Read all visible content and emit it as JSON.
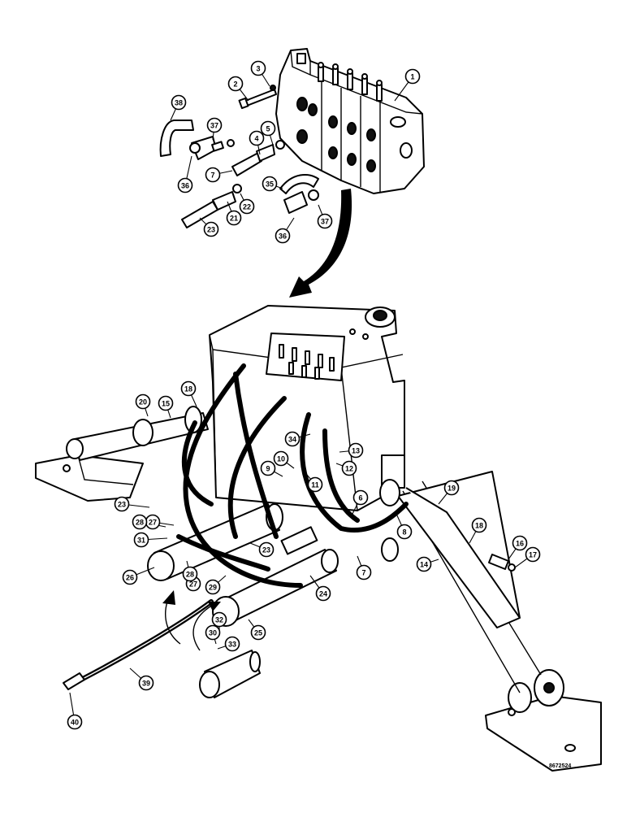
{
  "figure_code": "8672524",
  "callouts": [
    {
      "id": "c1",
      "text": "1"
    },
    {
      "id": "c2",
      "text": "2"
    },
    {
      "id": "c3",
      "text": "3"
    },
    {
      "id": "c4",
      "text": "4"
    },
    {
      "id": "c5",
      "text": "5"
    },
    {
      "id": "c6",
      "text": "6"
    },
    {
      "id": "c7a",
      "text": "7"
    },
    {
      "id": "c7b",
      "text": "7"
    },
    {
      "id": "c8",
      "text": "8"
    },
    {
      "id": "c9",
      "text": "9"
    },
    {
      "id": "c10",
      "text": "10"
    },
    {
      "id": "c11",
      "text": "11"
    },
    {
      "id": "c12",
      "text": "12"
    },
    {
      "id": "c13",
      "text": "13"
    },
    {
      "id": "c14",
      "text": "14"
    },
    {
      "id": "c15",
      "text": "15"
    },
    {
      "id": "c16",
      "text": "16"
    },
    {
      "id": "c17",
      "text": "17"
    },
    {
      "id": "c18a",
      "text": "18"
    },
    {
      "id": "c18b",
      "text": "18"
    },
    {
      "id": "c19",
      "text": "19"
    },
    {
      "id": "c20",
      "text": "20"
    },
    {
      "id": "c21",
      "text": "21"
    },
    {
      "id": "c22",
      "text": "22"
    },
    {
      "id": "c23a",
      "text": "23"
    },
    {
      "id": "c23b",
      "text": "23"
    },
    {
      "id": "c23c",
      "text": "23"
    },
    {
      "id": "c24",
      "text": "24"
    },
    {
      "id": "c25",
      "text": "25"
    },
    {
      "id": "c26",
      "text": "26"
    },
    {
      "id": "c27a",
      "text": "27"
    },
    {
      "id": "c27b",
      "text": "27"
    },
    {
      "id": "c28a",
      "text": "28"
    },
    {
      "id": "c28b",
      "text": "28"
    },
    {
      "id": "c29",
      "text": "29"
    },
    {
      "id": "c30",
      "text": "30"
    },
    {
      "id": "c31",
      "text": "31"
    },
    {
      "id": "c32",
      "text": "32"
    },
    {
      "id": "c33",
      "text": "33"
    },
    {
      "id": "c34",
      "text": "34"
    },
    {
      "id": "c35",
      "text": "35"
    },
    {
      "id": "c36a",
      "text": "36"
    },
    {
      "id": "c36b",
      "text": "36"
    },
    {
      "id": "c37a",
      "text": "37"
    },
    {
      "id": "c37b",
      "text": "37"
    },
    {
      "id": "c38",
      "text": "38"
    },
    {
      "id": "c39",
      "text": "39"
    },
    {
      "id": "c40",
      "text": "40"
    }
  ]
}
